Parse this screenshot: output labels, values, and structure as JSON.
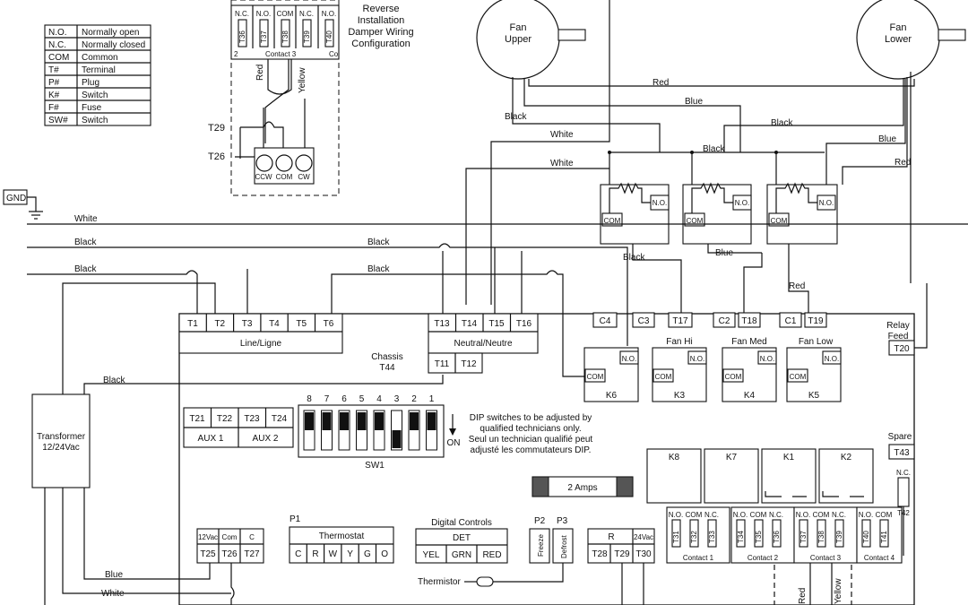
{
  "legend": [
    {
      "abbr": "N.O.",
      "meaning": "Normally open"
    },
    {
      "abbr": "N.C.",
      "meaning": "Normally closed"
    },
    {
      "abbr": "COM",
      "meaning": "Common"
    },
    {
      "abbr": "T#",
      "meaning": "Terminal"
    },
    {
      "abbr": "P#",
      "meaning": "Plug"
    },
    {
      "abbr": "K#",
      "meaning": "Switch"
    },
    {
      "abbr": "F#",
      "meaning": "Fuse"
    },
    {
      "abbr": "SW#",
      "meaning": "Switch"
    }
  ],
  "reverse": {
    "title": [
      "Reverse",
      "Installation",
      "Damper Wiring",
      "Configuration"
    ],
    "terms": [
      "N.C.",
      "N.O.",
      "COM",
      "N.C.",
      "N.O."
    ],
    "tnums": [
      "T36",
      "T37",
      "T38",
      "T39",
      "T40"
    ],
    "left_num": "2",
    "right_num": "Co",
    "contact": "Contact 3",
    "red": "Red",
    "yellow": "Yellow",
    "t29": "T29",
    "t26": "T26",
    "motor": [
      "CCW",
      "COM",
      "CW"
    ]
  },
  "fans": {
    "upper": [
      "Fan",
      "Upper"
    ],
    "lower": [
      "Fan",
      "Lower"
    ]
  },
  "gnd": "GND",
  "wires": {
    "white": "White",
    "black": "Black",
    "blue": "Blue",
    "red": "Red"
  },
  "line_terms": [
    "T1",
    "T2",
    "T3",
    "T4",
    "T5",
    "T6"
  ],
  "line_label": "Line/Ligne",
  "neutral_terms": [
    "T13",
    "T14",
    "T15",
    "T16"
  ],
  "neutral_label": "Neutral/Neutre",
  "t11": "T11",
  "t12": "T12",
  "chassis": [
    "Chassis",
    "T44"
  ],
  "cap_row": [
    "C4",
    "C3",
    "T17",
    "C2",
    "T18",
    "C1",
    "T19"
  ],
  "relay_feed": [
    "Relay",
    "Feed"
  ],
  "t20": "T20",
  "fan_labels": {
    "hi": "Fan Hi",
    "med": "Fan Med",
    "low": "Fan Low"
  },
  "relays": [
    {
      "name": "K6",
      "com": "COM",
      "no": "N.O."
    },
    {
      "name": "K3",
      "com": "COM",
      "no": "N.O."
    },
    {
      "name": "K4",
      "com": "COM",
      "no": "N.O."
    },
    {
      "name": "K5",
      "com": "COM",
      "no": "N.O."
    }
  ],
  "transformer": [
    "Transformer",
    "12/24Vac"
  ],
  "aux_terms": [
    "T21",
    "T22",
    "T23",
    "T24"
  ],
  "aux_labels": [
    "AUX 1",
    "AUX 2"
  ],
  "dip": {
    "numbers": [
      "8",
      "7",
      "6",
      "5",
      "4",
      "3",
      "2",
      "1"
    ],
    "on_label": "ON",
    "name": "SW1",
    "note": [
      "DIP switches to be adjusted by",
      "qualified technicians only.",
      "Seul un technician qualifié peut",
      "adjusté les commutateurs DIP."
    ],
    "states": [
      0,
      0,
      0,
      0,
      0,
      1,
      0,
      0
    ]
  },
  "spare": "Spare",
  "t43": "T43",
  "upper_relays": [
    "K8",
    "K7",
    "K1",
    "K2"
  ],
  "fuse": "2 Amps",
  "power": {
    "labels": [
      "12Vac",
      "Com",
      "C"
    ],
    "terms": [
      "T25",
      "T26",
      "T27"
    ]
  },
  "p1": "P1",
  "thermostat": {
    "title": "Thermostat",
    "terms": [
      "C",
      "R",
      "W",
      "Y",
      "G",
      "O"
    ]
  },
  "digital": {
    "title": "Digital Controls",
    "sub": "DET",
    "terms": [
      "YEL",
      "GRN",
      "RED"
    ]
  },
  "p2": "P2",
  "p3": "P3",
  "freeze": "Freeze",
  "defrost": "Defrost",
  "thermistor": "Thermistor",
  "rblock": {
    "labels": [
      "R",
      "24Vac"
    ],
    "terms": [
      "T28",
      "T29",
      "T30"
    ]
  },
  "contacts": [
    {
      "name": "Contact 1",
      "terms": [
        "N.O.",
        "COM",
        "N.C."
      ],
      "t": [
        "T31",
        "T32",
        "T33"
      ]
    },
    {
      "name": "Contact 2",
      "terms": [
        "N.O.",
        "COM",
        "N.C."
      ],
      "t": [
        "T34",
        "T35",
        "T36"
      ]
    },
    {
      "name": "Contact 3",
      "terms": [
        "N.O.",
        "COM",
        "N.C."
      ],
      "t": [
        "T37",
        "T38",
        "T39"
      ]
    },
    {
      "name": "Contact 4",
      "terms": [
        "N.O.",
        "COM"
      ],
      "t": [
        "T40",
        "T41"
      ]
    }
  ],
  "nc_label": "N.C.",
  "t42": "T42",
  "bottom_wires": [
    "Red",
    "Yellow"
  ]
}
